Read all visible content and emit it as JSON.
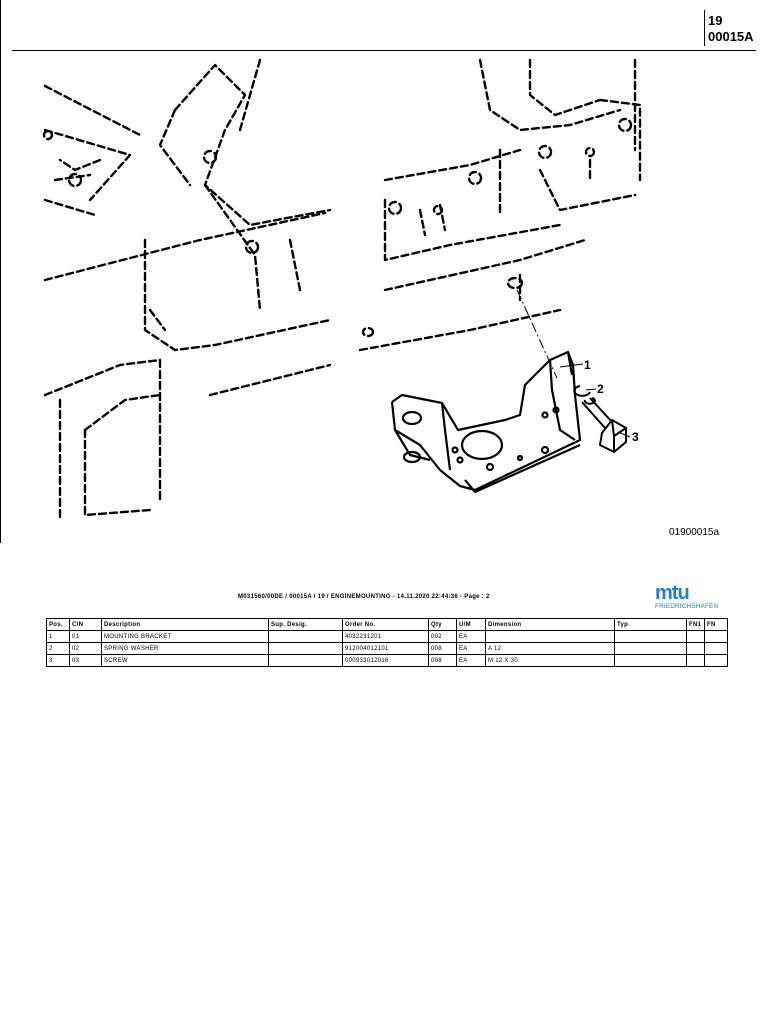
{
  "header": {
    "group_code": "19",
    "drawing_code": "00015A"
  },
  "figure": {
    "id": "01900015a",
    "callouts": [
      "1",
      "2",
      "3"
    ]
  },
  "page_meta": "M031560/00DE / 00015A / 19 / ENGINEMOUNTING - 14.11.2020 22:44:36 - Page : 2",
  "logo": {
    "word": "mtu",
    "subtitle": "FRIEDRICHSHAFEN",
    "color": "#1f80c8"
  },
  "table": {
    "columns": [
      "Pos.",
      "C/N",
      "Description",
      "Sup. Desig.",
      "Order No.",
      "Qty",
      "U/M",
      "Dimension",
      "Typ",
      "FN1",
      "FN"
    ],
    "rows": [
      [
        "1",
        "01",
        "MOUNTING BRACKET",
        "",
        "4032231201",
        "002",
        "EA",
        "",
        "",
        "",
        ""
      ],
      [
        "2",
        "02",
        "SPRING WASHER",
        "",
        "912004012101",
        "008",
        "EA",
        "A 12",
        "",
        "",
        ""
      ],
      [
        "3",
        "03",
        "SCREW",
        "",
        "000933012016",
        "008",
        "EA",
        "M 12 X 30",
        "",
        "",
        ""
      ]
    ]
  }
}
